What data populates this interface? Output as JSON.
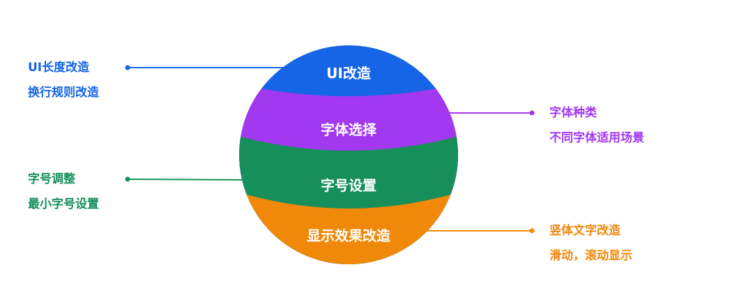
{
  "segments": [
    {
      "label": "UI改造",
      "color": "#1565E6"
    },
    {
      "label": "字体选择",
      "color": "#A238F0"
    },
    {
      "label": "字号设置",
      "color": "#178F5B"
    },
    {
      "label": "显示效果改造",
      "color": "#F0880A"
    }
  ],
  "notes": {
    "ui": {
      "line1": "UI长度改造",
      "line2": "换行规则改造",
      "color": "#1565E6"
    },
    "font": {
      "line1": "字体种类",
      "line2": "不同字体适用场景",
      "color": "#A238F0"
    },
    "size": {
      "line1": "字号调整",
      "line2": "最小字号设置",
      "color": "#178F5B"
    },
    "display": {
      "line1": "竖体文字改造",
      "line2": "滑动，滚动显示",
      "color": "#F0880A"
    }
  }
}
